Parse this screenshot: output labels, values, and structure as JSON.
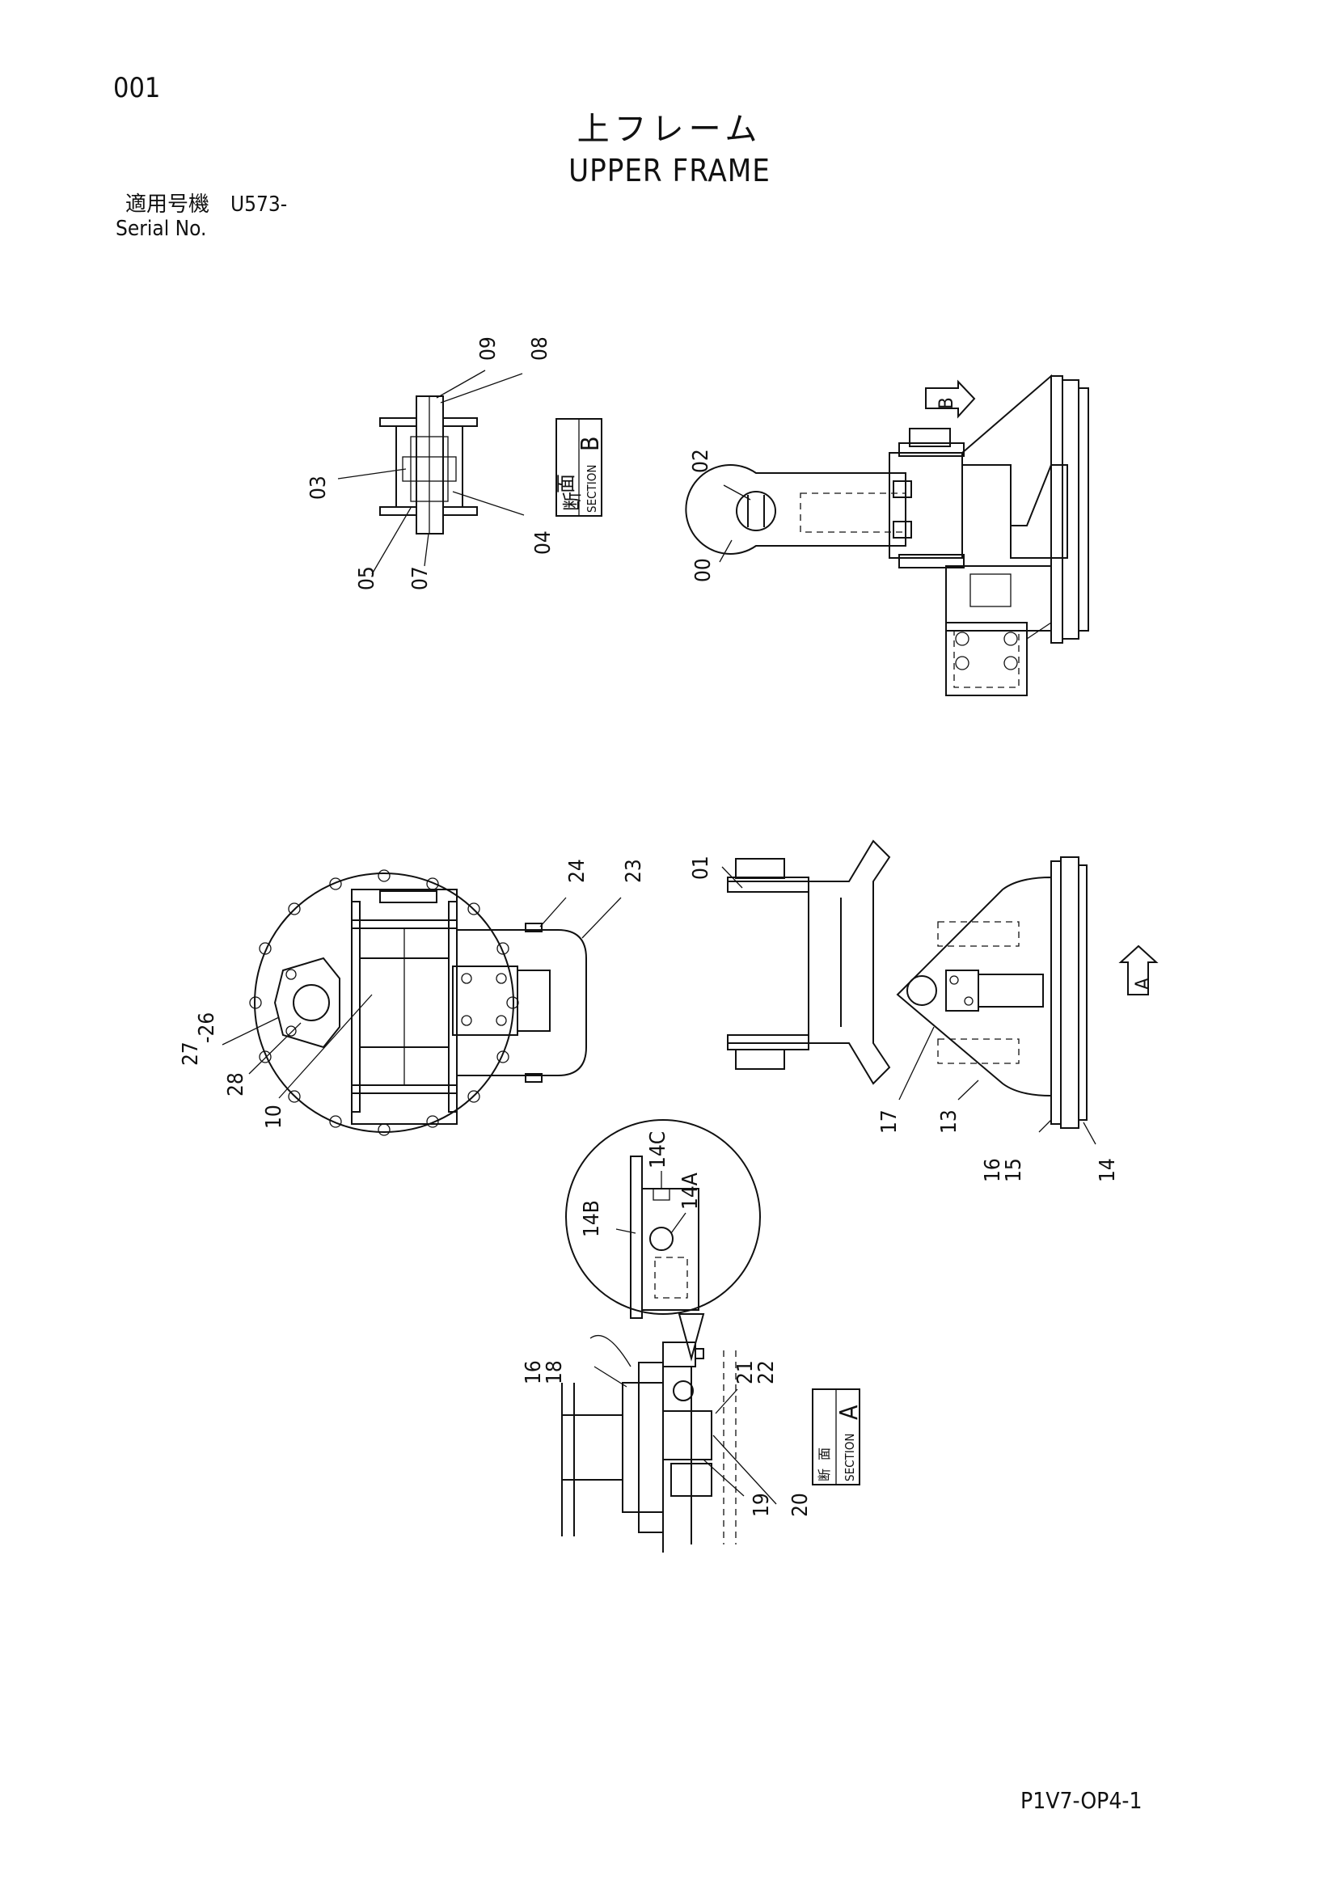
{
  "header": {
    "page_number": "001",
    "title_jp": "上フレーム",
    "title_en": "UPPER FRAME",
    "serial_jp": "適用号機　U573-",
    "serial_en": "Serial No."
  },
  "footer": {
    "doc_code": "P1V7-OP4-1"
  },
  "section_labels": {
    "b": {
      "kanji_1": "断",
      "kanji_2": "面",
      "word": "SECTION",
      "letter": "B"
    },
    "a": {
      "kanji_1": "断",
      "kanji_2": "面",
      "word": "SECTION",
      "letter": "A"
    }
  },
  "view_markers": {
    "b": "B",
    "a": "A"
  },
  "part_numbers": {
    "p00": "00",
    "p01": "01",
    "p02": "02",
    "p03": "03",
    "p04": "04",
    "p05": "05",
    "p07": "07",
    "p08": "08",
    "p09": "09",
    "p10": "10",
    "p13": "13",
    "p14": "14",
    "p14a": "14A",
    "p14b": "14B",
    "p14c": "14C",
    "p15_16": "16\n15",
    "p16_18": "16\n18",
    "p17": "17",
    "p19": "19",
    "p20": "20",
    "p21_22": "21\n22",
    "p23": "23",
    "p24": "24",
    "p26_27": "27\n26",
    "p28": "28"
  }
}
